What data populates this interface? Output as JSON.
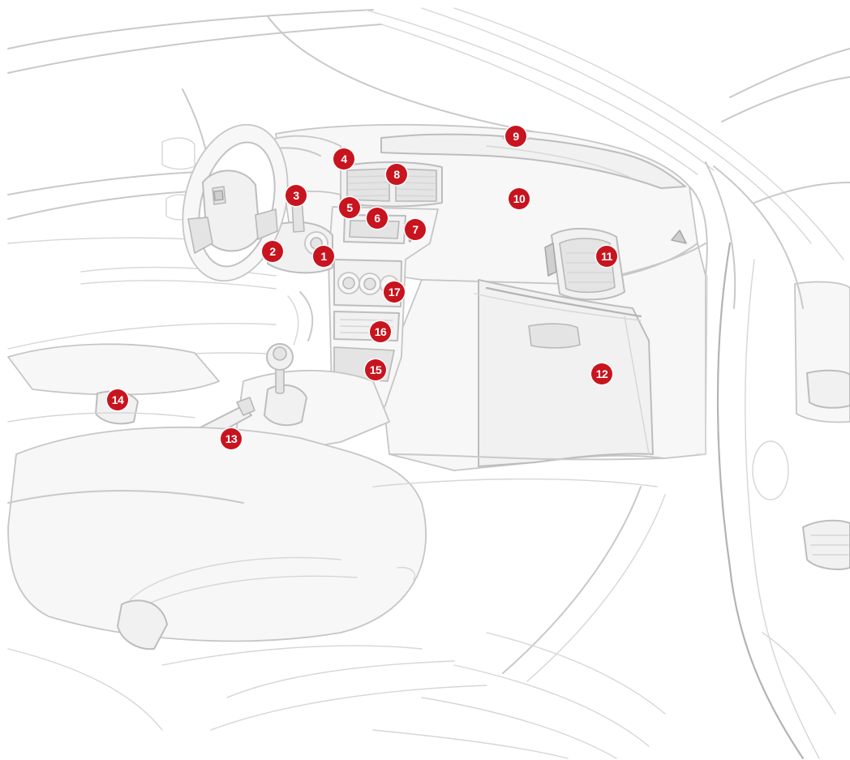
{
  "diagram": {
    "markers": [
      {
        "id": 1,
        "label": "1"
      },
      {
        "id": 2,
        "label": "2"
      },
      {
        "id": 3,
        "label": "3"
      },
      {
        "id": 4,
        "label": "4"
      },
      {
        "id": 5,
        "label": "5"
      },
      {
        "id": 6,
        "label": "6"
      },
      {
        "id": 7,
        "label": "7"
      },
      {
        "id": 8,
        "label": "8"
      },
      {
        "id": 9,
        "label": "9"
      },
      {
        "id": 10,
        "label": "10"
      },
      {
        "id": 11,
        "label": "11"
      },
      {
        "id": 12,
        "label": "12"
      },
      {
        "id": 13,
        "label": "13"
      },
      {
        "id": 14,
        "label": "14"
      },
      {
        "id": 15,
        "label": "15"
      },
      {
        "id": 16,
        "label": "16"
      },
      {
        "id": 17,
        "label": "17"
      }
    ],
    "colors": {
      "marker_fill": "#c8141e",
      "marker_text": "#ffffff",
      "line_art": "#c9c9c9"
    }
  }
}
